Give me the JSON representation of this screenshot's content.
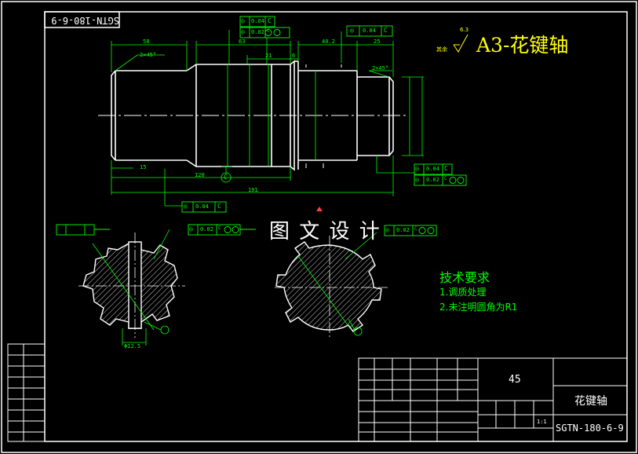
{
  "drawing": {
    "title": "A3-花键轴",
    "watermark": "图 文 设 计",
    "stamp_mirrored": "SGTN-180-6-9",
    "roughness_value": "6.3",
    "roughness_note": "其余"
  },
  "tech_requirements": {
    "heading": "技术要求",
    "items": [
      "1.调质处理",
      "2.未注明圆角为R1"
    ]
  },
  "title_block": {
    "material": "45",
    "part_name": "花键轴",
    "drawing_no": "SGTN-180-6-9",
    "scale": "1:1"
  },
  "dimensions": {
    "d58": "58",
    "d63": "63",
    "d21": "21",
    "d6": "6",
    "d40_2": "40.2",
    "d25": "25",
    "chamfer_left": "2×45°",
    "chamfer_right": "2×45°",
    "d15": "15",
    "d120": "120",
    "d191": "191",
    "d12_5": "Φ12.5",
    "datum_c": "C"
  },
  "tolerance_frames": [
    {
      "sym": "◎",
      "val": "0.04",
      "ref": "C"
    },
    {
      "sym": "◎",
      "val": "0.02",
      "ref": "C"
    },
    {
      "sym": "◎",
      "val": "0.04",
      "ref": "C"
    },
    {
      "sym": "◎",
      "val": "0.04",
      "ref": "C"
    },
    {
      "sym": "◎",
      "val": "0.02",
      "ref": "C"
    },
    {
      "sym": "◎",
      "val": "0.04",
      "ref": "C"
    },
    {
      "sym": "◎",
      "val": "0.02",
      "ref": "C"
    },
    {
      "sym": "◎",
      "val": "0.02",
      "ref": "C"
    }
  ],
  "colors": {
    "background": "#000000",
    "frame": "#ffffff",
    "dimension": "#00ff00",
    "title": "#ffff00",
    "center_line": "#ffffff",
    "accent": "#ff4040"
  }
}
